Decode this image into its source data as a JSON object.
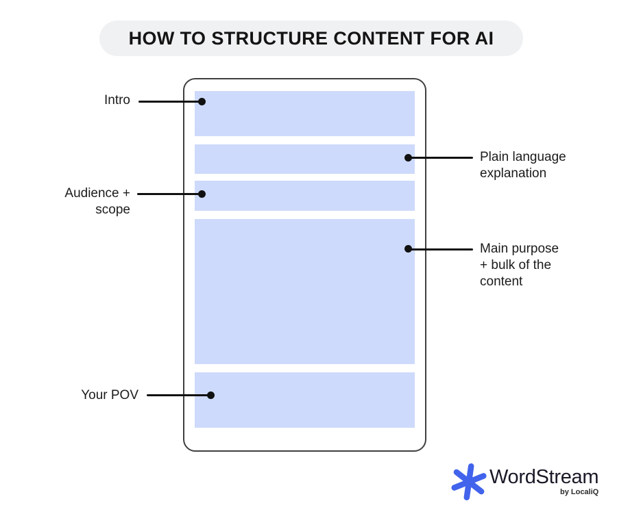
{
  "title": {
    "text": "HOW TO STRUCTURE CONTENT FOR AI"
  },
  "colors": {
    "page_bg": "#ffffff",
    "title_pill_bg": "#f0f1f2",
    "title_text": "#141414",
    "block_fill": "#cedafb",
    "frame_border": "#3f3f3f",
    "connector": "#111111",
    "logo_blue": "#4263eb",
    "brand_text": "#191927"
  },
  "diagram": {
    "frame": {
      "name": "document-mockup"
    },
    "blocks": [
      {
        "name": "intro"
      },
      {
        "name": "plain-language-explanation"
      },
      {
        "name": "audience-scope"
      },
      {
        "name": "main-purpose-bulk-of-content"
      },
      {
        "name": "your-pov"
      }
    ],
    "callouts": [
      {
        "side": "left",
        "label": "Intro",
        "points_to": "intro"
      },
      {
        "side": "right",
        "label": "Plain language\nexplanation",
        "points_to": "plain-language-explanation"
      },
      {
        "side": "left",
        "label": "Audience +\nscope",
        "points_to": "audience-scope"
      },
      {
        "side": "right",
        "label": "Main purpose\n+ bulk of the\ncontent",
        "points_to": "main-purpose-bulk-of-content"
      },
      {
        "side": "left",
        "label": "Your POV",
        "points_to": "your-pov"
      }
    ]
  },
  "footer": {
    "brand": "WordStream",
    "byline": "by LocaliQ",
    "logo_icon": "asterisk-scribble"
  }
}
